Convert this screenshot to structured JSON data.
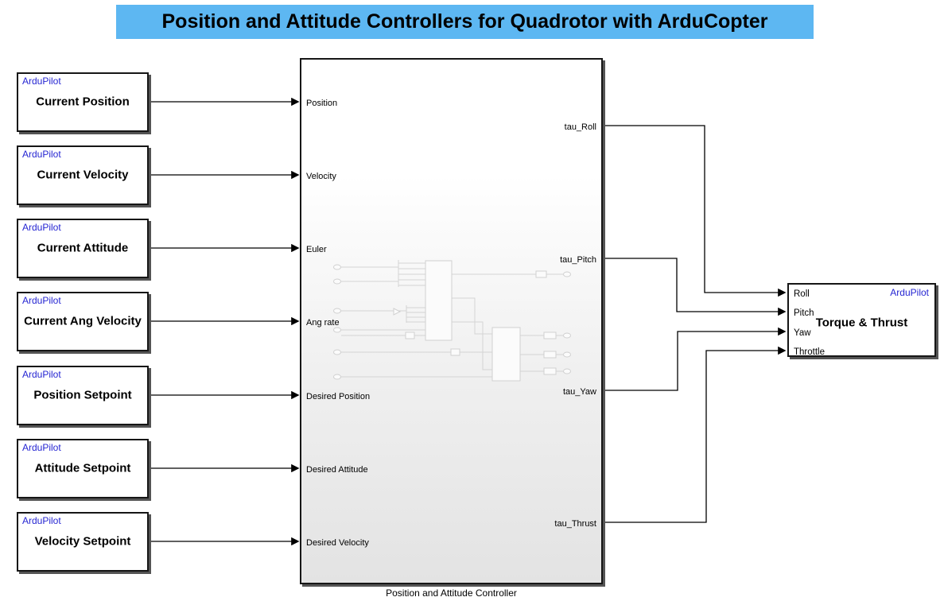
{
  "banner": {
    "title": "Position and Attitude Controllers for Quadrotor with ArduCopter"
  },
  "source_blocks": [
    {
      "brand": "ArduPilot",
      "label": "Current Position"
    },
    {
      "brand": "ArduPilot",
      "label": "Current Velocity"
    },
    {
      "brand": "ArduPilot",
      "label": "Current Attitude"
    },
    {
      "brand": "ArduPilot",
      "label": "Current Ang Velocity"
    },
    {
      "brand": "ArduPilot",
      "label": "Position Setpoint"
    },
    {
      "brand": "ArduPilot",
      "label": "Attitude Setpoint"
    },
    {
      "brand": "ArduPilot",
      "label": "Velocity Setpoint"
    }
  ],
  "controller": {
    "caption": "Position and Attitude Controller",
    "inputs": [
      "Position",
      "Velocity",
      "Euler",
      "Ang rate",
      "Desired Position",
      "Desired Attitude",
      "Desired Velocity"
    ],
    "outputs": [
      "tau_Roll",
      "tau_Pitch",
      "tau_Yaw",
      "tau_Thrust"
    ]
  },
  "torque_thrust": {
    "brand": "ArduPilot",
    "label": "Torque & Thrust",
    "inputs": [
      "Roll",
      "Pitch",
      "Yaw",
      "Throttle"
    ]
  },
  "colors": {
    "banner_bg": "#5db7f2",
    "brand_blue": "#2525d2",
    "block_border": "#161616",
    "block_shadow": "#545454",
    "wire": "#000000",
    "preview_stroke": "#d4d4d4"
  }
}
